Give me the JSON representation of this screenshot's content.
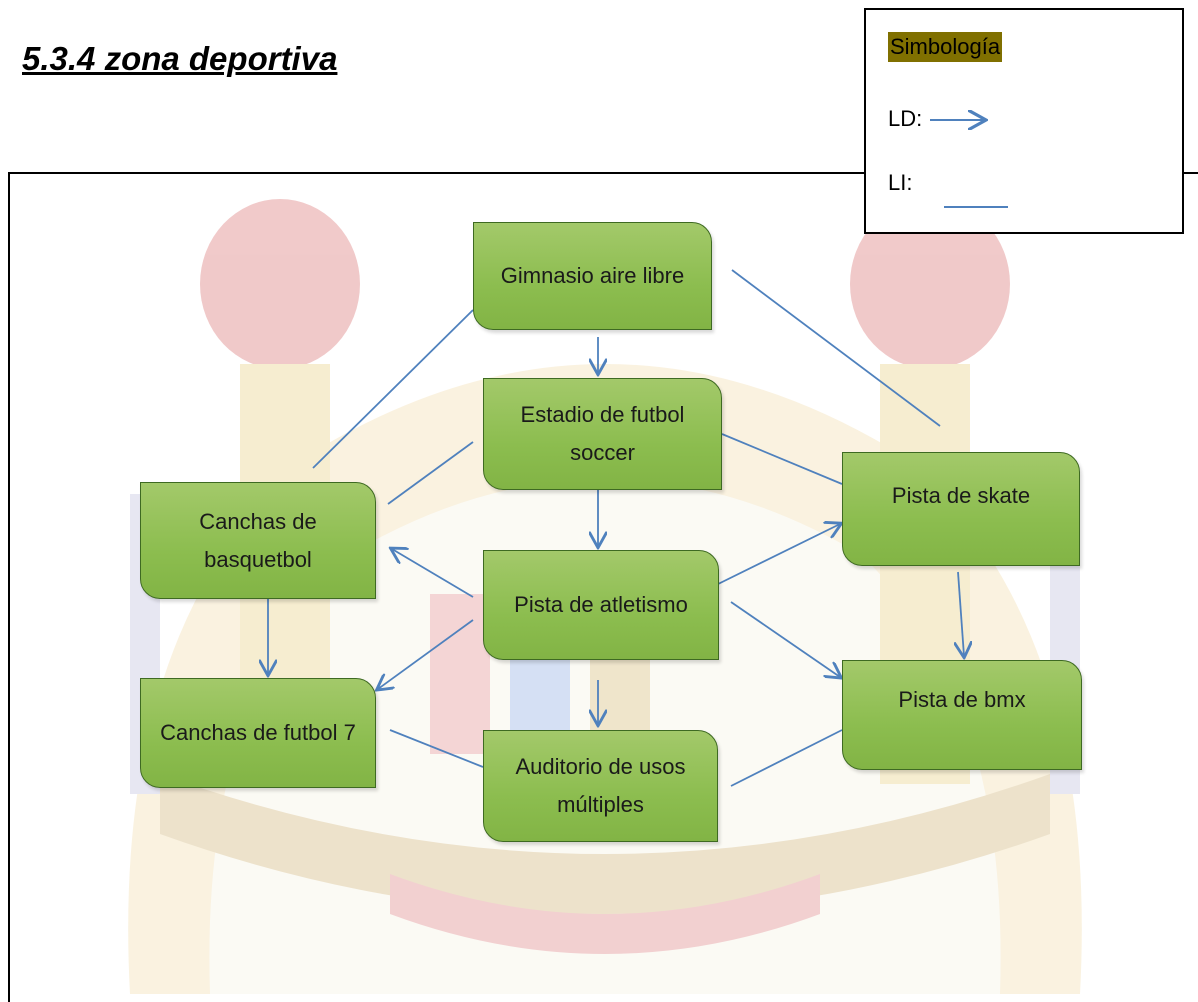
{
  "heading": "5.3.4  zona deportiva",
  "legend": {
    "title": "Simbología",
    "ld_label": "LD:",
    "li_label": "LI:",
    "title_bg": "#807000",
    "line_color": "#4f81bd"
  },
  "nodes": {
    "gimnasio": "Gimnasio aire libre",
    "estadio": "Estadio de futbol soccer",
    "atletismo": "Pista de atletismo",
    "auditorio": "Auditorio de usos múltiples",
    "basquetbol": "Canchas de basquetbol",
    "futbol7": "Canchas de futbol  7",
    "skate": "Pista de skate",
    "bmx": "Pista de bmx"
  },
  "colors": {
    "node_fill": "#8cbd4f",
    "node_border": "#3e6a22",
    "connector": "#4f81bd"
  }
}
